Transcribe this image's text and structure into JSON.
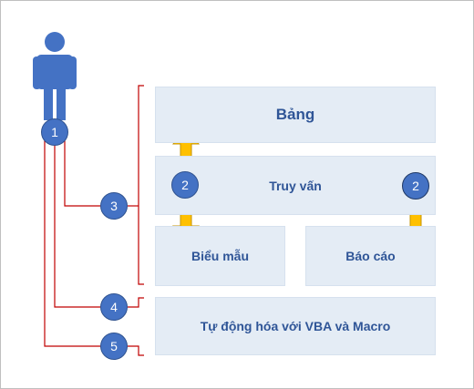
{
  "boxes": {
    "bang": "Bảng",
    "truy_van": "Truy vấn",
    "bieu_mau": "Biểu mẫu",
    "bao_cao": "Báo cáo",
    "vba": "Tự động hóa với VBA và Macro"
  },
  "badges": {
    "user": "1",
    "arrow_left": "2",
    "arrow_right": "2",
    "bracket_main": "3",
    "bracket_vba_1": "4",
    "bracket_vba_2": "5"
  },
  "colors": {
    "box_fill": "#e4ecf5",
    "box_text": "#2f5597",
    "badge": "#4472c4",
    "connector": "#c00000",
    "arrow": "#ffc000"
  },
  "icons": {
    "user": "person-icon"
  }
}
